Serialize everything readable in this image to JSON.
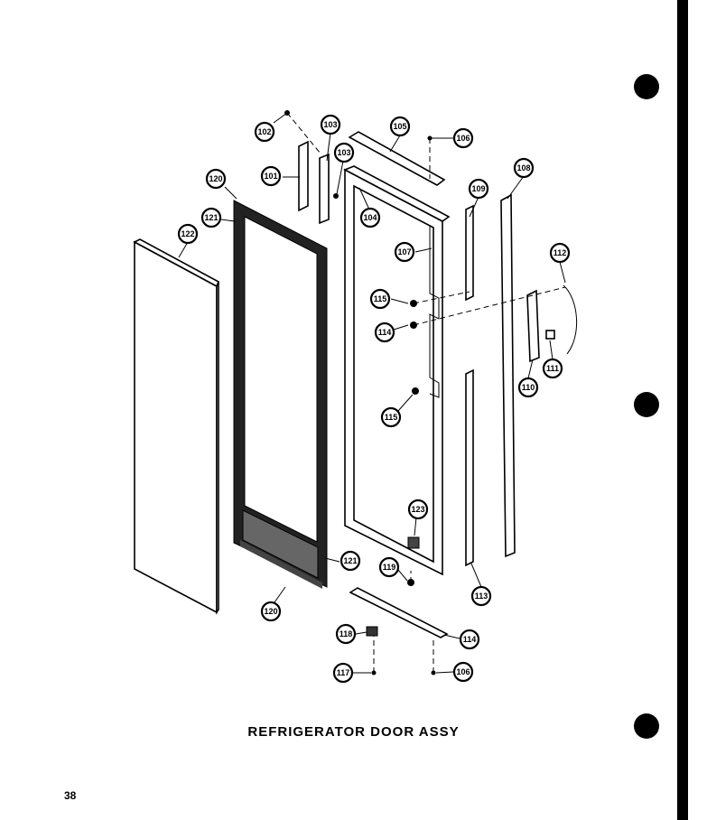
{
  "title": "REFRIGERATOR DOOR ASSY",
  "page_number": "38",
  "callouts": [
    {
      "id": "c-102",
      "label": "102"
    },
    {
      "id": "c-103a",
      "label": "103"
    },
    {
      "id": "c-103b",
      "label": "103"
    },
    {
      "id": "c-105",
      "label": "105"
    },
    {
      "id": "c-106a",
      "label": "106"
    },
    {
      "id": "c-101",
      "label": "101"
    },
    {
      "id": "c-120a",
      "label": "120"
    },
    {
      "id": "c-121a",
      "label": "121"
    },
    {
      "id": "c-104",
      "label": "104"
    },
    {
      "id": "c-109",
      "label": "109"
    },
    {
      "id": "c-108",
      "label": "108"
    },
    {
      "id": "c-122",
      "label": "122"
    },
    {
      "id": "c-107",
      "label": "107"
    },
    {
      "id": "c-112",
      "label": "112"
    },
    {
      "id": "c-115a",
      "label": "115"
    },
    {
      "id": "c-114a",
      "label": "114"
    },
    {
      "id": "c-111",
      "label": "111"
    },
    {
      "id": "c-110",
      "label": "110"
    },
    {
      "id": "c-115b",
      "label": "115"
    },
    {
      "id": "c-123",
      "label": "123"
    },
    {
      "id": "c-121b",
      "label": "121"
    },
    {
      "id": "c-119",
      "label": "119"
    },
    {
      "id": "c-113",
      "label": "113"
    },
    {
      "id": "c-120b",
      "label": "120"
    },
    {
      "id": "c-118",
      "label": "118"
    },
    {
      "id": "c-114b",
      "label": "114"
    },
    {
      "id": "c-117",
      "label": "117"
    },
    {
      "id": "c-106b",
      "label": "106"
    }
  ]
}
